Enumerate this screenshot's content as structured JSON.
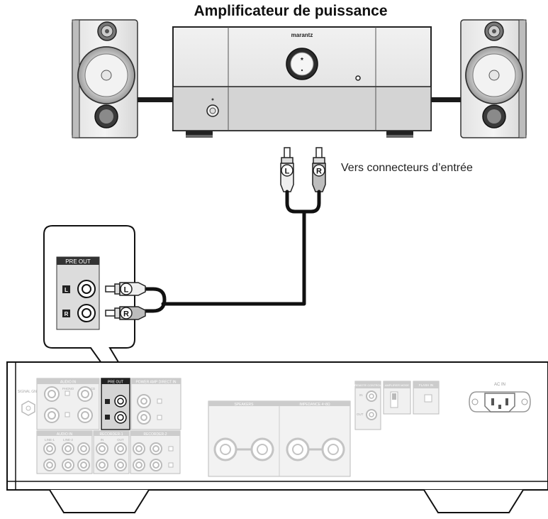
{
  "title": "Amplificateur de puissance",
  "input_caption": "Vers connecteurs d’entrée",
  "amplifier": {
    "brand": "marantz"
  },
  "plug_labels": {
    "left": "L",
    "right": "R"
  },
  "pre_out_panel": {
    "heading": "PRE OUT",
    "row_left": "L",
    "row_right": "R"
  },
  "rear_panel": {
    "labels": {
      "audio_in": "AUDIO IN",
      "pre_out": "PRE OUT",
      "power_amp_direct_in": "POWER AMP DIRECT IN",
      "signal_gnd": "SIGNAL GND",
      "phono": "PHONO",
      "cd": "CD",
      "line_1": "LINE-1",
      "line_2": "LINE-2",
      "recorder_1": "RECORDER-1",
      "recorder_2": "RECORDER-2",
      "in": "IN",
      "out": "OUT",
      "speakers": "SPEAKERS",
      "impedance": "IMPEDANCE 4~8Ω",
      "remote_control": "REMOTE CONTROL",
      "amplifier_mode": "AMPLIFIER MODE",
      "flash_in": "FLASH IN",
      "ac_in": "AC IN"
    }
  }
}
